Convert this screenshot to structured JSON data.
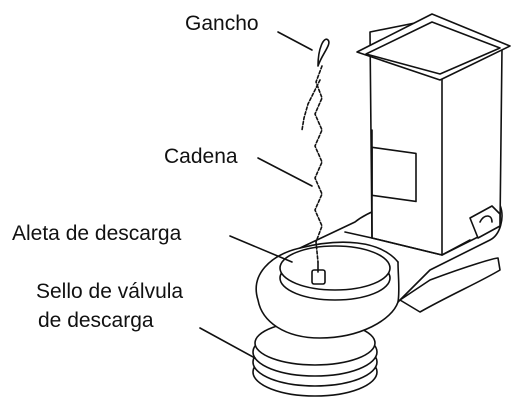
{
  "labels": {
    "hook": "Gancho",
    "chain": "Cadena",
    "flapper": "Aleta de descarga",
    "seal_line1": "Sello de válvula",
    "seal_line2": "de descarga"
  }
}
